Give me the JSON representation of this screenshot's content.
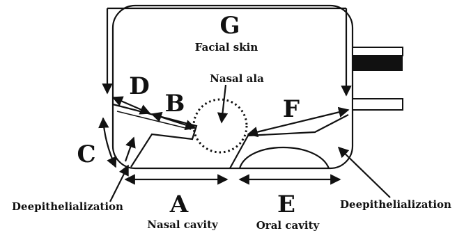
{
  "labels": {
    "G": "G",
    "D": "D",
    "B": "B",
    "F": "F",
    "C": "C",
    "A": "A",
    "E": "E"
  },
  "captions": {
    "facial_skin": "Facial skin",
    "nasal_ala": "Nasal ala",
    "deepithelialization_left": "Deepithelialization",
    "deepithelialization_right": "Deepithelialization",
    "nasal_cavity": "Nasal cavity",
    "oral_cavity": "Oral cavity"
  }
}
